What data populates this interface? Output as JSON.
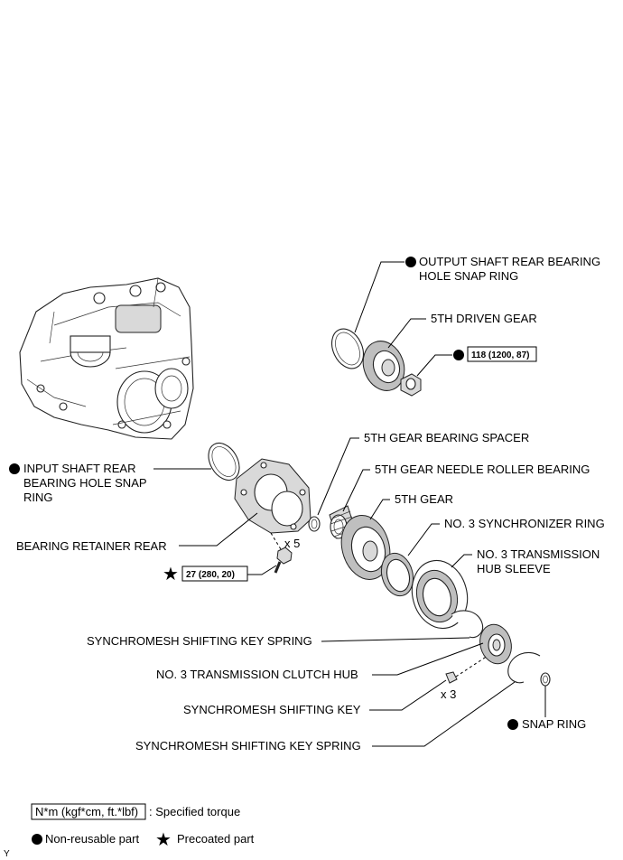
{
  "labels": {
    "output_snap_ring_1": "OUTPUT SHAFT REAR BEARING",
    "output_snap_ring_2": "HOLE SNAP RING",
    "fifth_driven_gear": "5TH DRIVEN GEAR",
    "torque_nut": "118 (1200, 87)",
    "fifth_bearing_spacer": "5TH GEAR BEARING SPACER",
    "fifth_needle_bearing": "5TH GEAR NEEDLE ROLLER BEARING",
    "input_snap_ring_1": "INPUT SHAFT REAR",
    "input_snap_ring_2": "BEARING HOLE SNAP",
    "input_snap_ring_3": "RING",
    "fifth_gear": "5TH GEAR",
    "no3_sync_ring": "NO. 3 SYNCHRONIZER RING",
    "no3_hub_sleeve_1": "NO. 3 TRANSMISSION",
    "no3_hub_sleeve_2": "HUB SLEEVE",
    "bearing_retainer": "BEARING RETAINER REAR",
    "bolt_qty": "x 5",
    "torque_bolt": "27 (280, 20)",
    "key_spring_1": "SYNCHROMESH SHIFTING KEY SPRING",
    "clutch_hub": "NO. 3 TRANSMISSION CLUTCH HUB",
    "shifting_key": "SYNCHROMESH SHIFTING KEY",
    "key_qty": "x 3",
    "snap_ring": "SNAP RING",
    "key_spring_2": "SYNCHROMESH SHIFTING KEY SPRING"
  },
  "legend": {
    "torque_box": "N*m (kgf*cm, ft.*lbf)",
    "torque_desc": ": Specified torque",
    "non_reusable": "Non-reusable part",
    "precoated": "Precoated part"
  },
  "corner_mark": "Y"
}
